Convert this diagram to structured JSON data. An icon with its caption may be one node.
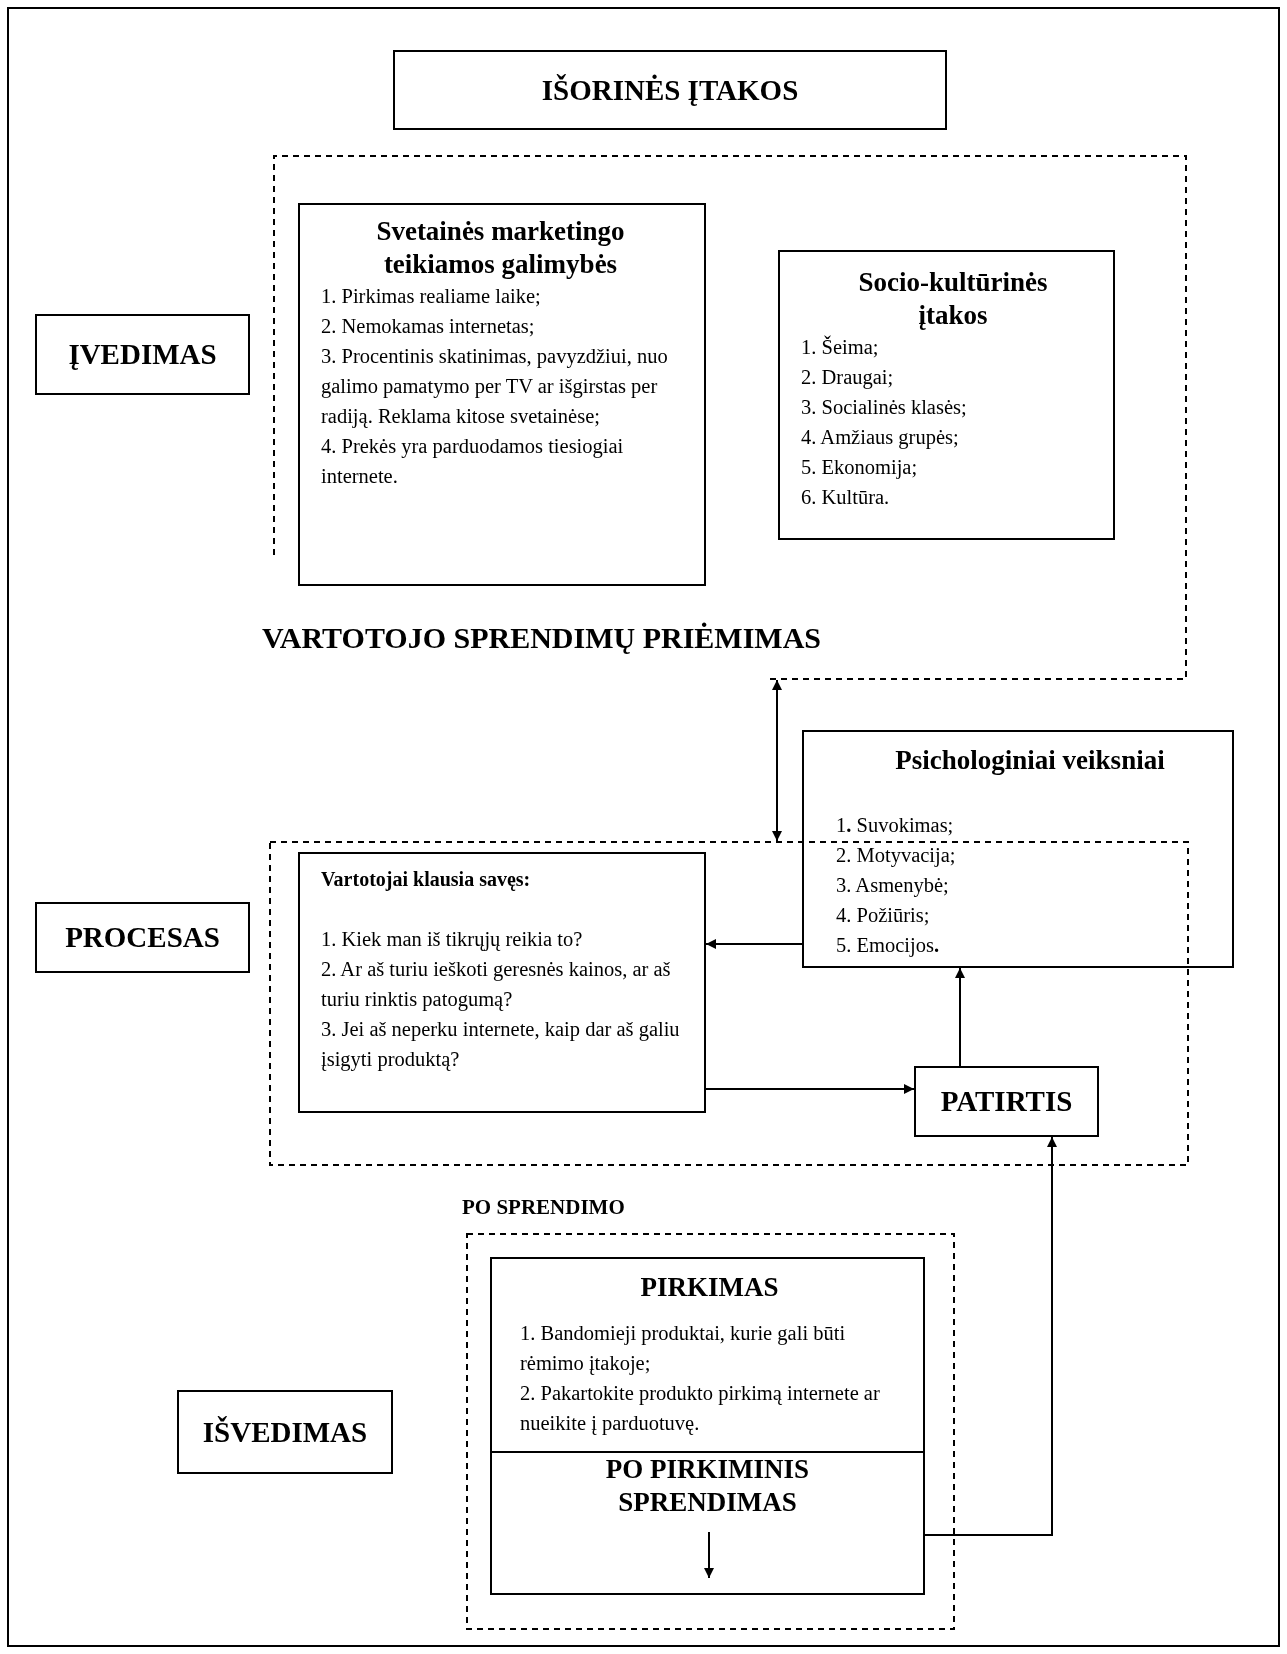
{
  "diagram": {
    "nodes": [
      {
        "text": [
          "IŠORINĖS ĮTAKOS"
        ]
      },
      {
        "text": [
          "VARTOTOJO SPRENDIMŲ PRIĖMIMAS"
        ]
      },
      {
        "text": [
          "Svetainės marketingo teikiamos galimybės",
          "1. Pirkimas realiame laike;",
          "2. Nemokamas internetas;",
          "3. Procentinis skatinimas, pavyzdžiui, nuo galimo pamatymo per TV ar išgirstas per radiją. Reklama kitose svetainėse;",
          "4. Prekės yra parduodamos tiesiogiai internete."
        ],
        "in": 1
      },
      {
        "text": [
          "Socio-kultūrinės įtakos",
          "1. Šeima;",
          "2. Draugai;",
          "3. Socialinės klasės;",
          "4. Amžiaus grupės;",
          "5. Ekonomija;",
          "6. Kultūra."
        ],
        "in": 1
      },
      {
        "text": [
          "ĮVEDIMAS"
        ]
      },
      {
        "text": [
          "Psichologiniai veiksniai",
          "1**.** Suvokimas;",
          "2. Motyvacija;",
          "3. Asmenybė;",
          "4. Požiūris;",
          "5. Emocijos**.**"
        ]
      },
      {
        "text": [],
        "shape": "box"
      },
      {
        "text": [
          "Vartotojai klausia savęs:",
          "1. Kiek man iš tikrųjų reikia to?",
          "2. Ar aš turiu ieškoti geresnės kainos, ar aš turiu rinktis patogumą?",
          "3. Jei aš neperku internete, kaip dar aš galiu įsigyti produktą?"
        ],
        "in": 6
      },
      {
        "text": [
          "PATIRTIS"
        ],
        "in": 6
      },
      {
        "text": [
          "PROCESAS"
        ]
      },
      {
        "text": [
          "PO SPRENDIMO"
        ]
      },
      {
        "text": [
          "PIRKIMAS",
          "1. Bandomieji produktai, kurie gali būti rėmimo įtakoje;",
          "2. Pakartokite produkto pirkimą internete ar nueikite į parduotuvę."
        ],
        "in": 10
      },
      {
        "text": [
          "PO PIRKIMINIS SPRENDIMAS"
        ],
        "in": 10
      },
      {
        "text": [
          "IŠVEDIMAS"
        ]
      }
    ],
    "edges": [
      {
        "from": 1,
        "to": 6,
        "arrow": "both"
      },
      {
        "from": 5,
        "to": 7,
        "arrow": "to"
      },
      {
        "from": 7,
        "to": 8,
        "arrow": "to"
      },
      {
        "from": 8,
        "to": 5,
        "arrow": "to"
      },
      {
        "from": 12,
        "to": 8,
        "arrow": "to"
      }
    ]
  }
}
